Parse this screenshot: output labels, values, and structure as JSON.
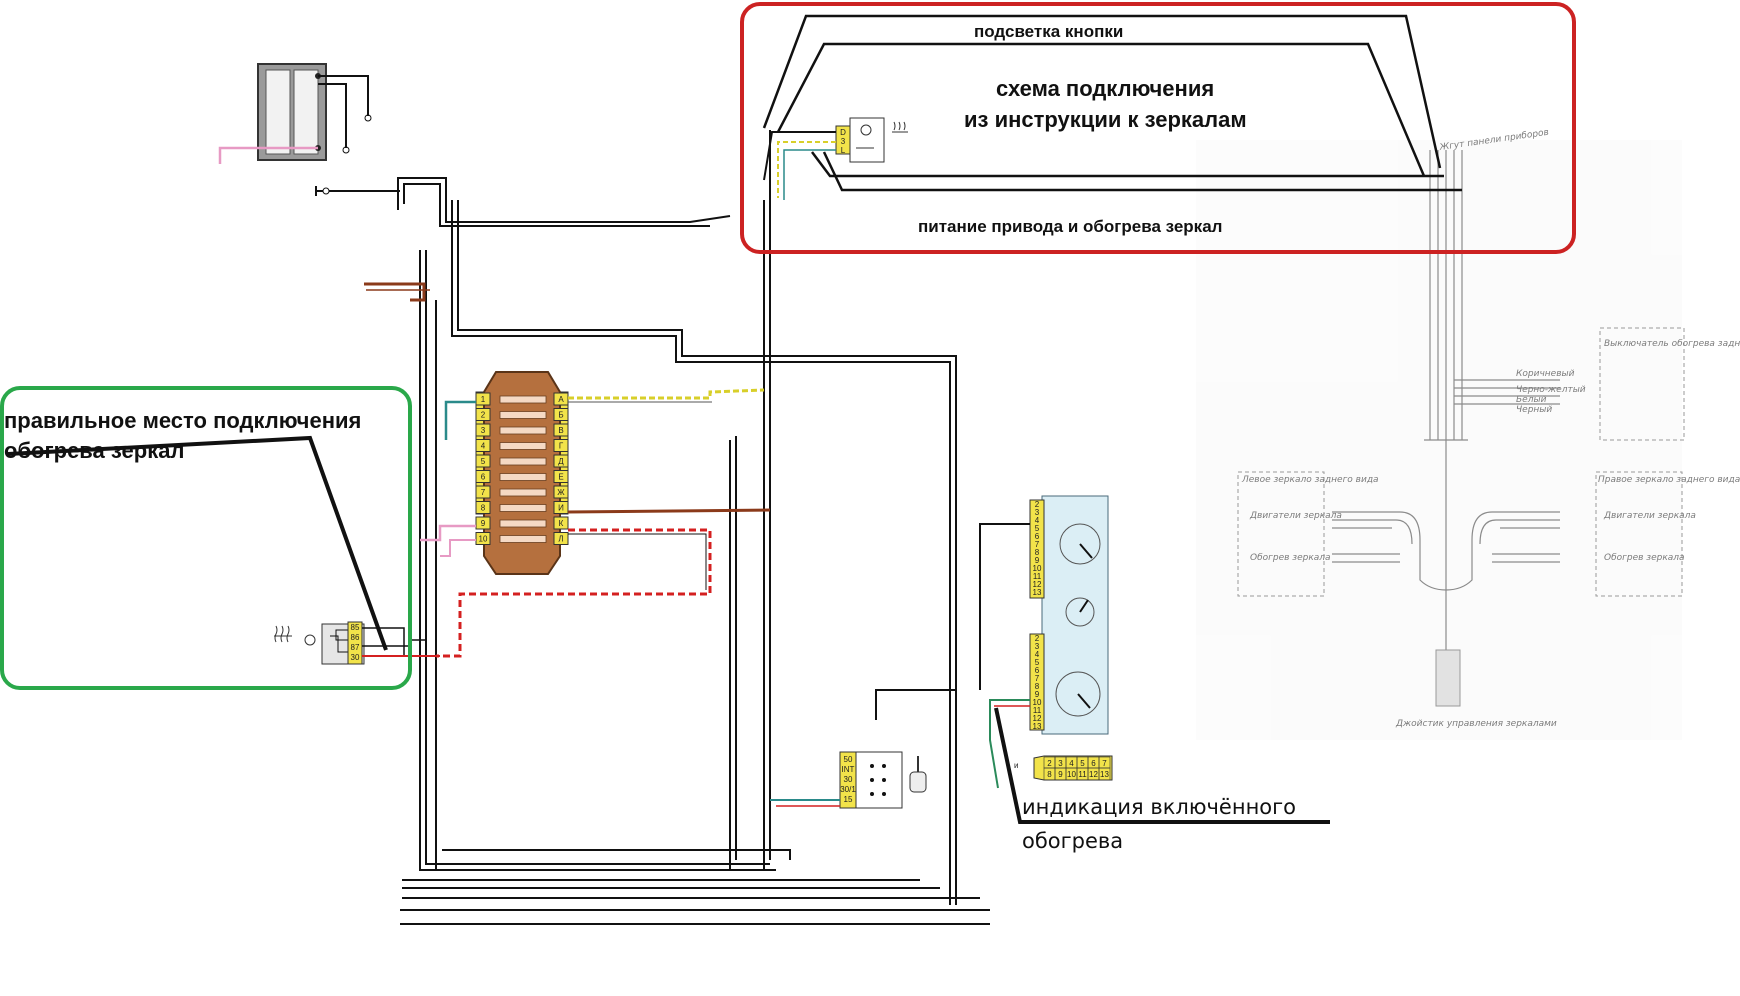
{
  "annotations": {
    "button_backlight": "подсветка кнопки",
    "instruction_title_line1": "схема подключения",
    "instruction_title_line2": "из инструкции к зеркалам",
    "mirror_power": "питание привода и обогрева зеркал",
    "correct_place_line1": "правильное место подключения",
    "correct_place_line2": "обогрева зеркал",
    "indication_line1": "индикация включённого",
    "indication_line2": "обогрева"
  },
  "relay_pins": [
    "85",
    "86",
    "87",
    "30"
  ],
  "fuse_block": {
    "left_numbers": [
      "1",
      "2",
      "3",
      "4",
      "5",
      "6",
      "7",
      "8",
      "9",
      "10"
    ],
    "right_letters": [
      "А",
      "Б",
      "В",
      "Г",
      "Д",
      "Е",
      "Ж",
      "И",
      "К",
      "Л"
    ]
  },
  "switch_pins": [
    "D",
    "3",
    "L"
  ],
  "cluster_pins_top": [
    "2",
    "3",
    "4",
    "5",
    "6",
    "7",
    "8",
    "9",
    "10",
    "11",
    "12",
    "13"
  ],
  "cluster_pins_bottom": [
    "2",
    "3",
    "4",
    "5",
    "6",
    "7",
    "8",
    "9",
    "10",
    "11",
    "12",
    "13"
  ],
  "connector_strip": {
    "prefix": "и",
    "row1": [
      "2",
      "3",
      "4",
      "5",
      "6",
      "7"
    ],
    "row2": [
      "8",
      "9",
      "10",
      "11",
      "12",
      "13"
    ]
  },
  "ignition_pins": [
    "50",
    "INT",
    "30",
    "30/1",
    "15"
  ],
  "instruction_diagram": {
    "harness_label": "Жгут панели приборов",
    "rear_window_switch": "Выключатель обогрева заднего стекла",
    "left_mirror": "Левое зеркало заднего вида",
    "right_mirror": "Правое зеркало заднего вида",
    "motors": "Двигатели зеркала",
    "heater": "Обогрев зеркала",
    "joystick": "Джойстик управления зеркалами",
    "wires": [
      "Коричневый",
      "Черно-желтый",
      "Белый",
      "Черный"
    ]
  },
  "colors": {
    "red_frame": "#cc2222",
    "green_frame": "#2aa84a",
    "wire_pink": "#e79ac4",
    "wire_brown": "#8b3a1a",
    "wire_red": "#d42020",
    "wire_yellow": "#d8cf2a",
    "wire_teal": "#2a8a8a",
    "fuse_body": "#b5703e",
    "connector_yellow": "#f2e34a",
    "cluster_blue": "#dbeef5"
  }
}
